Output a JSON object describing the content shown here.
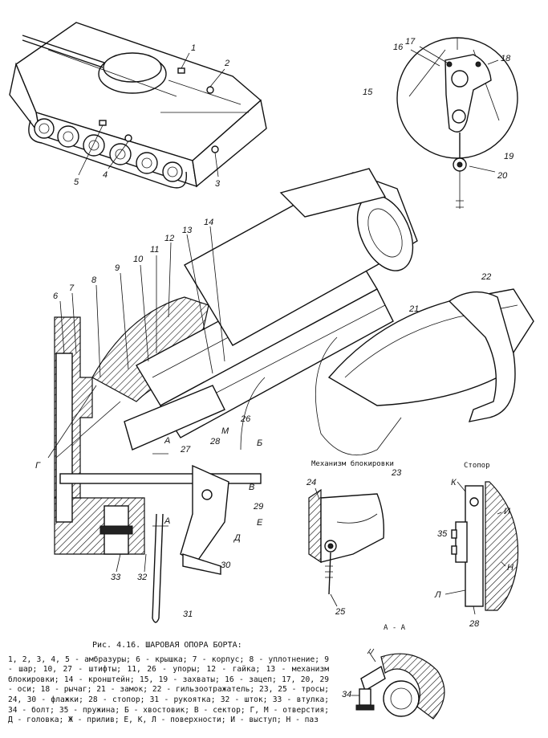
{
  "figure": {
    "title": "Рис. 4.16. ШАРОВАЯ ОПОРА БОРТА:",
    "legend": "1, 2, 3, 4, 5 - амбразуры; 6 - крышка; 7 - корпус; 8 - уплотнение; 9 - шар; 10, 27 - штифты; 11, 26 - упоры; 12 - гайка; 13 - механизм блокировки; 14 - кронштейн; 15, 19 - захваты; 16 - зацеп; 17, 20, 29 - оси; 18 - рычаг; 21 - замок; 22 - гильзоотражатель; 23, 25 - тросы; 24, 30 - флажки; 28 - стопор; 31 - рукоятка; 32 - шток; 33 - втулка; 34 - болт; 35 - пружина; Б - хвостовик; В - сектор; Г, М - отверстия; Д - головка; Ж - прилив; Е, К, Л - поверхности; И - выступ; Н - паз"
  },
  "labels": {
    "lock_mechanism": "Механизм блокировки",
    "stopper": "Стопор",
    "section": "А - А",
    "section_mark": "А"
  },
  "part_numbers": {
    "n1": "1",
    "n2": "2",
    "n3": "3",
    "n4": "4",
    "n5": "5",
    "n6": "6",
    "n7": "7",
    "n8": "8",
    "n9": "9",
    "n10": "10",
    "n11": "11",
    "n12": "12",
    "n13": "13",
    "n14": "14",
    "n15": "15",
    "n16": "16",
    "n17": "17",
    "n18": "18",
    "n19": "19",
    "n20": "20",
    "n21": "21",
    "n22": "22",
    "n23": "23",
    "n24": "24",
    "n25": "25",
    "n26": "26",
    "n27": "27",
    "n28": "28",
    "n29": "29",
    "n30": "30",
    "n31": "31",
    "n32": "32",
    "n33": "33",
    "n34": "34",
    "n35": "35",
    "n28b": "28"
  },
  "letters": {
    "B": "Б",
    "V": "В",
    "G": "Г",
    "M": "М",
    "D": "Д",
    "E": "Е",
    "K": "К",
    "L": "Л",
    "I": "И",
    "N": "Н",
    "Zh": "Ж"
  }
}
